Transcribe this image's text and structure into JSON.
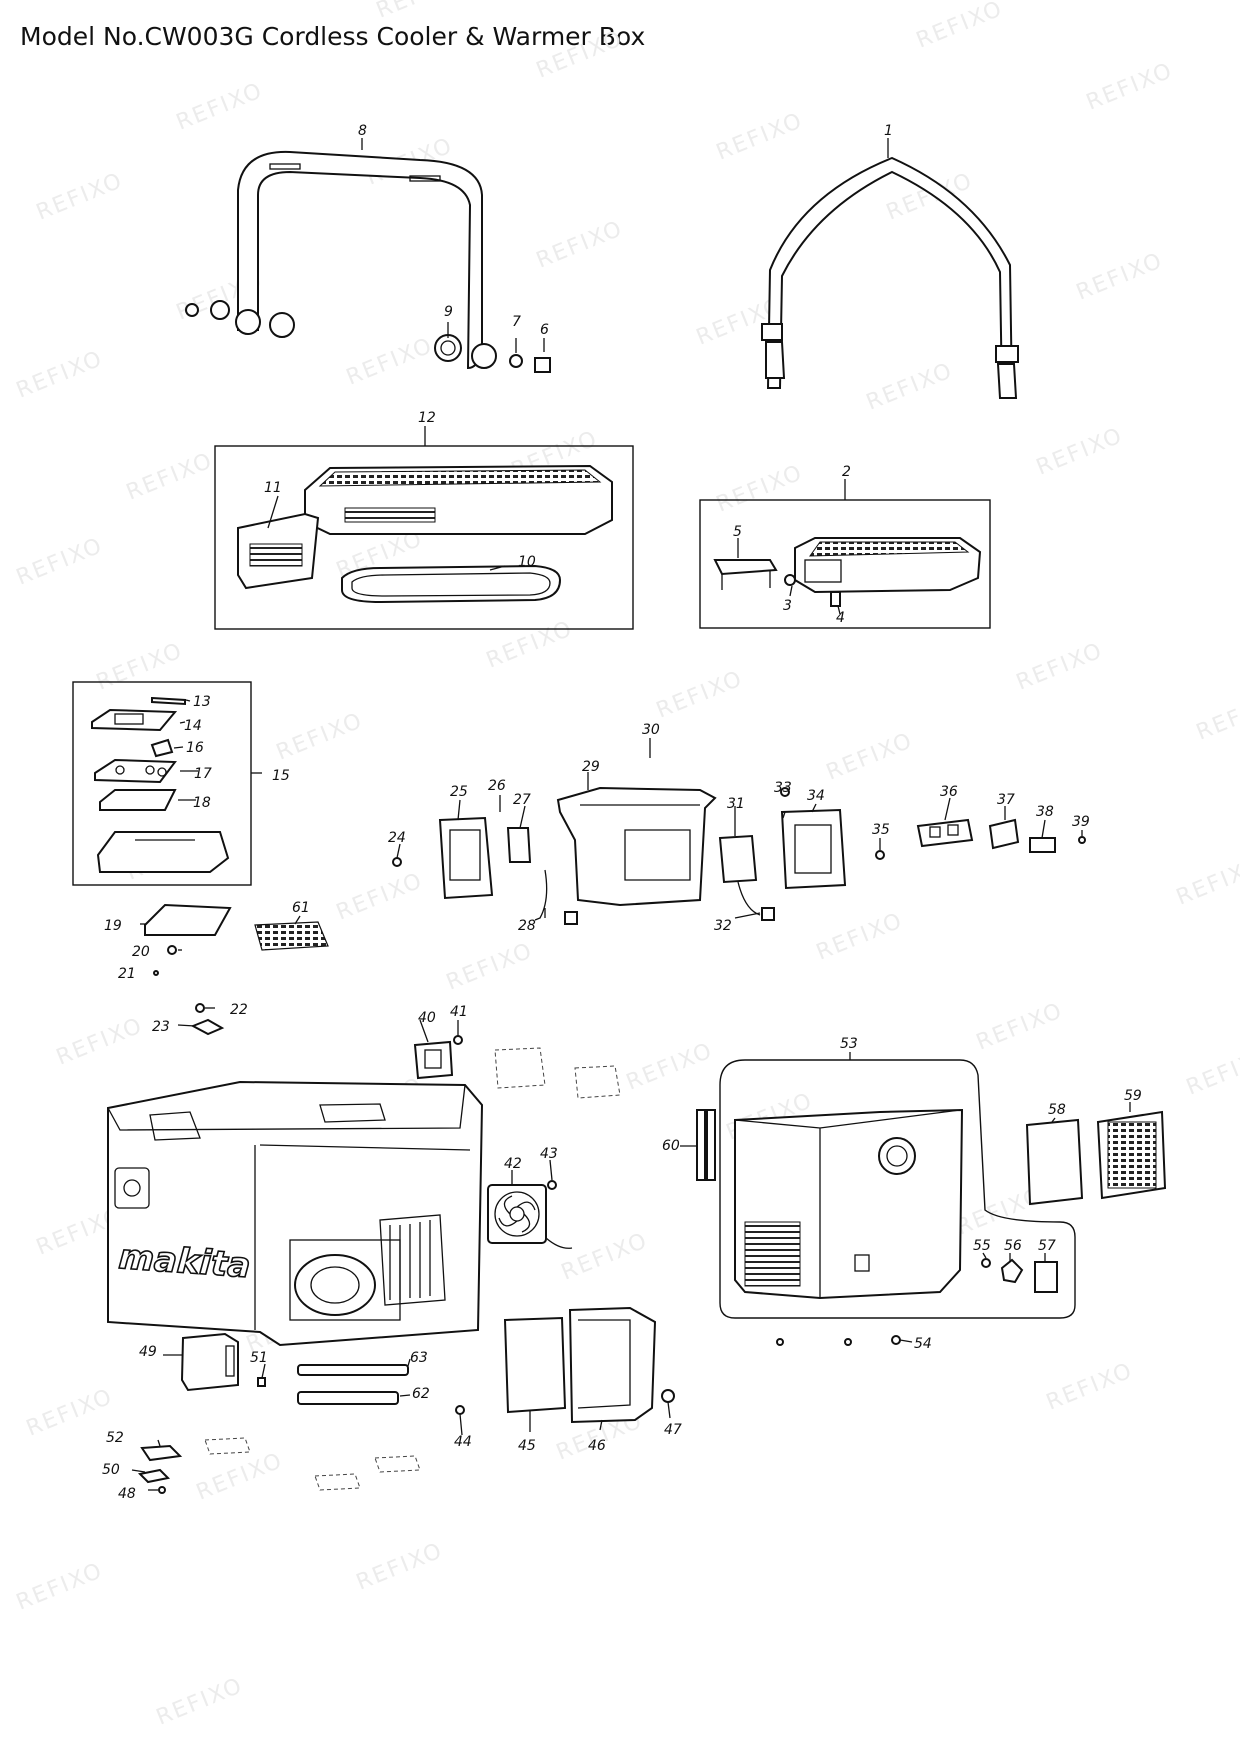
{
  "title": "Model No.CW003G Cordless Cooler & Warmer Box",
  "watermark": "REFIXO",
  "part_labels": [
    "1",
    "2",
    "3",
    "4",
    "5",
    "6",
    "7",
    "8",
    "9",
    "10",
    "11",
    "12",
    "13",
    "14",
    "15",
    "16",
    "17",
    "18",
    "19",
    "20",
    "21",
    "22",
    "23",
    "24",
    "25",
    "26",
    "27",
    "28",
    "29",
    "30",
    "31",
    "32",
    "33",
    "34",
    "35",
    "36",
    "37",
    "38",
    "39",
    "40",
    "41",
    "42",
    "43",
    "44",
    "45",
    "46",
    "47",
    "48",
    "49",
    "50",
    "51",
    "52",
    "53",
    "54",
    "55",
    "56",
    "57",
    "58",
    "59",
    "60",
    "61",
    "62",
    "63"
  ],
  "brand_logo": "makita"
}
